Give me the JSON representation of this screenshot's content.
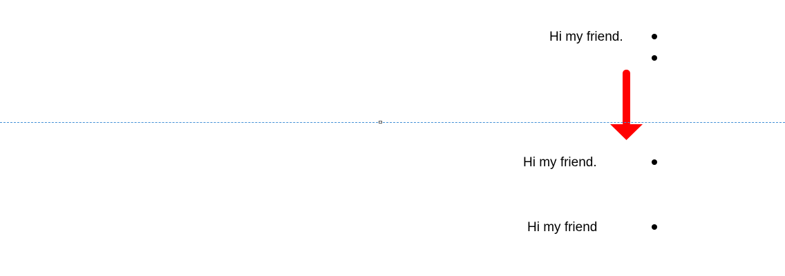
{
  "list_before": {
    "item_1": "Hi my friend.",
    "item_2": ""
  },
  "list_after": {
    "item_1": "Hi my friend.",
    "item_2": "Hi my friend"
  },
  "colors": {
    "arrow": "#ff0000",
    "divider": "#3f8fd6",
    "text": "#000000"
  },
  "icons": {
    "arrow": "down-arrow-icon",
    "bullet": "bullet-icon",
    "handle": "resize-handle-icon"
  }
}
